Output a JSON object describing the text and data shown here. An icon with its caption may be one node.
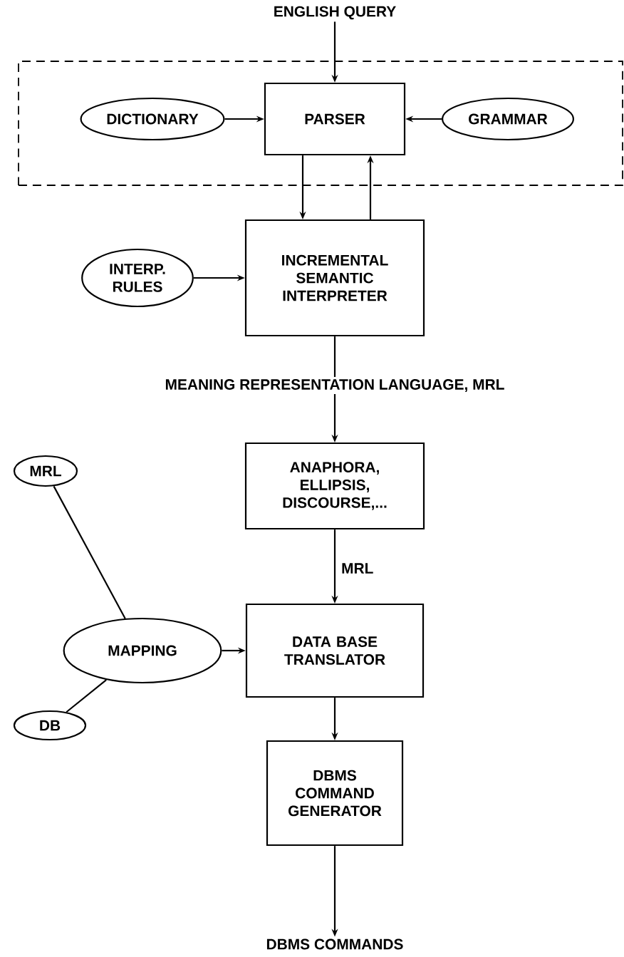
{
  "diagram": {
    "nodes": [
      {
        "text": [
          "ENGLISH QUERY"
        ]
      },
      {
        "text": [],
        "shape": "box"
      },
      {
        "text": [
          "DICTIONARY"
        ],
        "in": 1
      },
      {
        "text": [
          "PARSER"
        ],
        "in": 1
      },
      {
        "text": [
          "GRAMMAR"
        ],
        "in": 1
      },
      {
        "text": [
          "INTERP. RULES"
        ]
      },
      {
        "text": [
          "INCREMENTAL SEMANTIC INTERPRETER"
        ]
      },
      {
        "text": [
          "MEANING REPRESENTATION LANGUAGE, MRL"
        ]
      },
      {
        "text": [
          "ANAPHORA, ELLIPSIS, DISCOURSE,..."
        ]
      },
      {
        "text": [
          "MRL"
        ]
      },
      {
        "text": [
          "MAPPING"
        ]
      },
      {
        "text": [
          "DATA BASE TRANSLATOR"
        ]
      },
      {
        "text": [
          "DB"
        ]
      },
      {
        "text": [
          "DBMS COMMAND GENERATOR"
        ]
      },
      {
        "text": [
          "DBMS COMMANDS"
        ]
      }
    ],
    "edges": [
      {
        "from": 0,
        "to": 3,
        "arrow": "to"
      },
      {
        "from": 2,
        "to": 3,
        "arrow": "to"
      },
      {
        "from": 4,
        "to": 3,
        "arrow": "to"
      },
      {
        "from": 3,
        "to": 6,
        "arrow": "to"
      },
      {
        "from": 6,
        "to": 3,
        "arrow": "to"
      },
      {
        "from": 5,
        "to": 6,
        "arrow": "to"
      },
      {
        "from": 6,
        "to": 7,
        "arrow": "none"
      },
      {
        "from": 7,
        "to": 8,
        "arrow": "to"
      },
      {
        "from": 8,
        "to": 11,
        "arrow": "to",
        "label": "MRL"
      },
      {
        "from": 9,
        "to": 10,
        "arrow": "none"
      },
      {
        "from": 12,
        "to": 10,
        "arrow": "none"
      },
      {
        "from": 10,
        "to": 11,
        "arrow": "to"
      },
      {
        "from": 11,
        "to": 13,
        "arrow": "to"
      },
      {
        "from": 13,
        "to": 14,
        "arrow": "to"
      }
    ]
  }
}
